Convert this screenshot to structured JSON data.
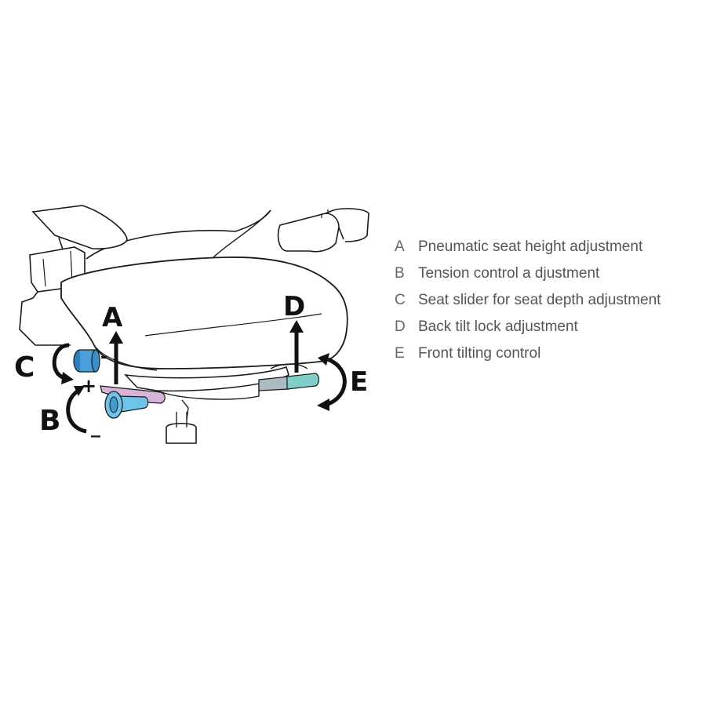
{
  "diagram": {
    "callouts": {
      "a": "A",
      "b": "B",
      "c": "C",
      "d": "D",
      "e": "E",
      "plus": "+",
      "minus": "_",
      "c_minus": "-"
    },
    "legend": [
      {
        "letter": "A",
        "text": "Pneumatic seat height adjustment"
      },
      {
        "letter": "B",
        "text": "Tension control a djustment"
      },
      {
        "letter": "C",
        "text": "Seat slider for seat depth adjustment"
      },
      {
        "letter": "D",
        "text": "Back tilt lock adjustment"
      },
      {
        "letter": "E",
        "text": "Front tilting control"
      }
    ],
    "colors": {
      "outline": "#1a1a1a",
      "seat_knob_blue": "#4a9fd8",
      "tension_handle_blue": "#6ec3e8",
      "pink_lever": "#d6b4d6",
      "grey_lever": "#a9bcc4",
      "teal_lever": "#7fcfc8"
    }
  }
}
